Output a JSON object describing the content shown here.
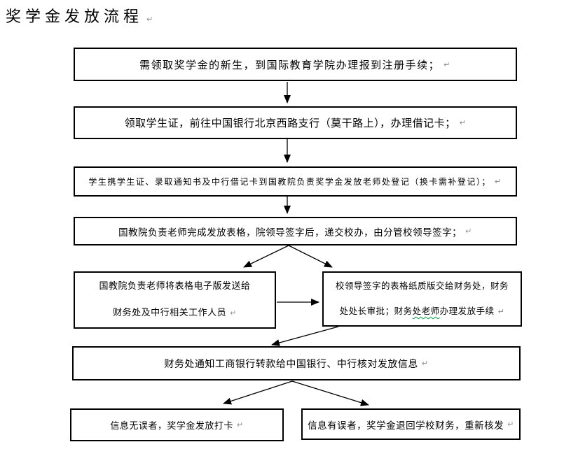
{
  "title": {
    "text": "奖学金发放流程"
  },
  "marks": {
    "paragraph_return": "↵"
  },
  "nodes": {
    "step1": {
      "text": "需领取奖学金的新生，到国际教育学院办理报到注册手续；"
    },
    "step2": {
      "text": "领取学生证，前往中国银行北京西路支行（莫干路上），办理借记卡；"
    },
    "step3": {
      "text": "学生携学生证、录取通知书及中行借记卡到国教院负责奖学金发放老师处登记（换卡需补登记）；"
    },
    "step4": {
      "text": "国教院负责老师完成发放表格，院领导签字后，递交校办，由分管校领导签字；"
    },
    "step5_left": {
      "line1": "国教院负责老师将表格电子版发送给",
      "line2": "财务处及中行相关工作人员"
    },
    "step5_right": {
      "line1": "校领导签字的表格纸质版交给财务处，财务",
      "line2_pre": "处处长审批；财务",
      "line2_misspelled": "处老师",
      "line2_post": "办理发放手续"
    },
    "step6": {
      "text": "财务处通知工商银行转款给中国银行、中行核对发放信息"
    },
    "step7_left": {
      "text": "信息无误者，奖学金发放打卡"
    },
    "step7_right": {
      "text": "信息有误者，奖学金退回学校财务，重新核发"
    }
  },
  "colors": {
    "background": "#ffffff",
    "box_border": "#000000",
    "text": "#000000",
    "arrow": "#000000",
    "paragraph_mark": "#8a8a8a",
    "spellcheck_underline": "#00a14b"
  }
}
